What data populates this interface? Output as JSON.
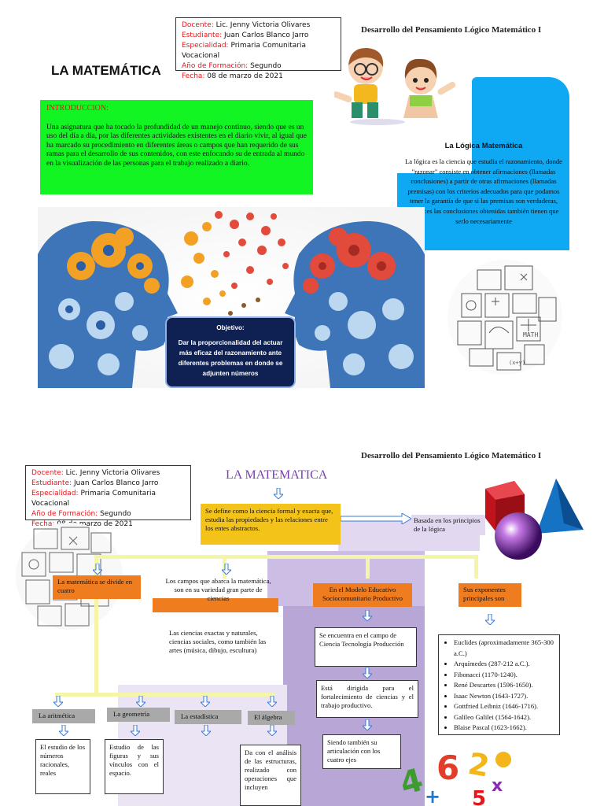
{
  "page1": {
    "info": {
      "docente_k": "Docente:",
      "docente_v": "Lic. Jenny Victoria Olivares",
      "estudiante_k": "Estudiante:",
      "estudiante_v": "Juan Carlos Blanco Jarro",
      "especialidad_k": "Especialidad:",
      "especialidad_v": "Primaria Comunitaria Vocacional",
      "anio_k": "Año de Formación:",
      "anio_v": "Segundo",
      "fecha_k": "Fecha:",
      "fecha_v": "08 de marzo de 2021"
    },
    "header": "Desarrollo del Pensamiento Lógico Matemático I",
    "title": "LA MATEMÁTICA",
    "intro_heading": "INTRODUCCION:",
    "intro_text": "Una asignatura que ha tocado la profundidad de un manejo continuo, siendo que es un uso del día a día, por las diferentes actividades existentes en el diario vivir, al igual que ha marcado su procedimiento en diferentes áreas o campos que han requerido de sus ramas para el desarrollo de sus contenidos, con este enfocando su de entrada al mundo en la visualización de las personas para el trabajo realizado a diario.",
    "logic_title": "La Lógica Matemática",
    "logic_text": "La lógica es la ciencia que estudia el razonamiento, donde \"razonar\" consiste en obtener afirmaciones (llamadas conclusiones) a partir de otras afirmaciones (llamadas premisas) con los criterios adecuados para que podamos tener la garantía de que si las premisas son verdaderas, entonces las conclusiones obtenidas también tienen que serlo necesariamente",
    "objective_title": "Objetivo:",
    "objective_text": "Dar la proporcionalidad del actuar más eficaz del razonamiento ante diferentes problemas en donde se adjunten números"
  },
  "page2": {
    "info": {
      "docente_k": "Docente:",
      "docente_v": "Lic. Jenny Victoria Olivares",
      "estudiante_k": "Estudiante:",
      "estudiante_v": "Juan Carlos Blanco Jarro",
      "especialidad_k": "Especialidad:",
      "especialidad_v": "Primaria Comunitaria Vocacional",
      "anio_k": "Año de Formación:",
      "anio_v": "Segundo",
      "fecha_k": "Fecha:",
      "fecha_v": "08 de marzo de 2021"
    },
    "header": "Desarrollo del Pensamiento Lógico Matemático I",
    "title": "LA MATEMATICA",
    "definition": "Se define como la ciencia formal y exacta que, estudia las propiedades y las relaciones entre los entes abstractos.",
    "based": "Basada en los principios de la lógica",
    "divide": "La matemática se divide en cuatro",
    "fields": "Los campos que abarca la matemática, son en su variedad gran parte de ciencias",
    "sciences": "Las ciencias exactas y naturales, ciencias sociales, como también las artes (música, dibujo, escultura)",
    "model": "En el Modelo Educativo Sociocomunitario Productivo",
    "field_ctp": "Se encuentra en el campo de Ciencia Tecnología Producción",
    "directed": "Está dirigida para el fortalecimiento de ciencias y el trabajo productivo.",
    "axes": "Siendo también su articulación con los cuatro ejes",
    "exponents": "Sus exponentes principales son",
    "exponent_list": [
      "Euclides (aproximadamente 365-300 a.C.)",
      "Arquímedes (287-212 a.C.).",
      "Fibonacci (1170-1240).",
      "René Descartes (1596-1650).",
      "Isaac Newton (1643-1727).",
      "Gottfried Leibniz (1646-1716).",
      "Galileo Galilei (1564-1642).",
      "Blaise Pascal (1623-1662)."
    ],
    "branches": {
      "arit": "La aritmética",
      "geo": "La geometría",
      "est": "La estadística",
      "alg": "El álgebra"
    },
    "arit_text": "El estudio de los números racionales, reales",
    "geo_text": "Estudio de las figuras y sus vínculos con el espacio.",
    "alg_text": "Da con el análisis de las estructuras, realizado con operaciones que incluyen"
  },
  "colors": {
    "red_key": "#e8161a",
    "intro_green": "#12f522",
    "logic_blue": "#0ea9f2",
    "objective_navy": "#0f2153",
    "yellow": "#f3c31a",
    "orange": "#f07c20",
    "purple_title": "#7d3cb5",
    "lavender": "#b7a6d6"
  },
  "icons": [
    "kids-illustration",
    "gears-heads-image",
    "math-sketch-circle",
    "geometric-shapes",
    "colorful-numbers"
  ]
}
